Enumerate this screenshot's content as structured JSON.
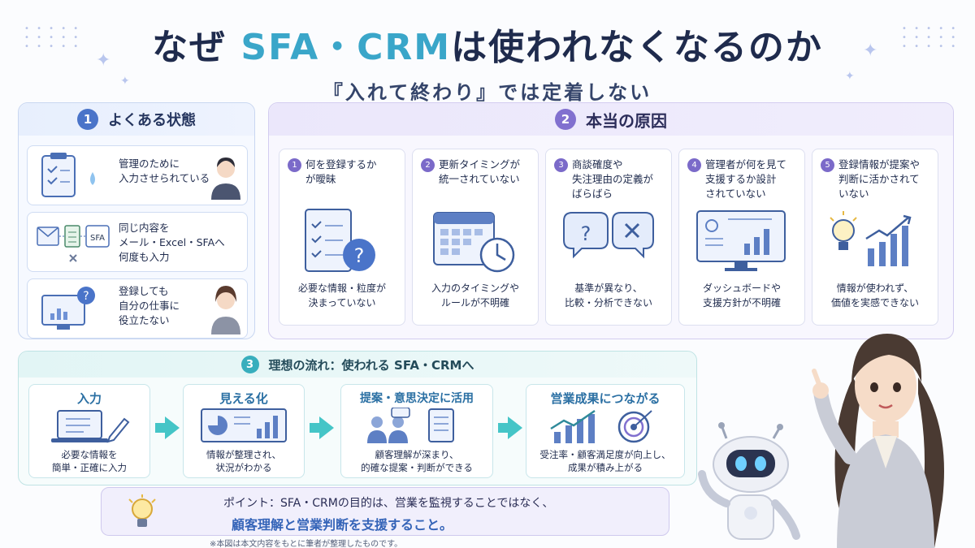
{
  "title": {
    "prefix": "なぜ",
    "highlight": "SFA・CRM",
    "suffix": "は使われなくなるのか"
  },
  "subtitle": "『入れて終わり』では定着しない",
  "panel1": {
    "number": "1",
    "heading": "よくある状態",
    "items": [
      {
        "line1": "管理のために",
        "line2": "入力させられている",
        "line3": ""
      },
      {
        "line1": "同じ内容を",
        "line2": "メール・Excel・SFAへ",
        "line3": "何度も入力",
        "badge": "SFA"
      },
      {
        "line1": "登録しても",
        "line2": "自分の仕事に",
        "line3": "役立たない"
      }
    ]
  },
  "panel2": {
    "number": "2",
    "heading": "本当の原因",
    "causes": [
      {
        "num": "1",
        "head": [
          "何を登録するか",
          "が曖昧"
        ],
        "desc": [
          "必要な情報・粒度が",
          "決まっていない"
        ]
      },
      {
        "num": "2",
        "head": [
          "更新タイミングが",
          "統一されていない"
        ],
        "desc": [
          "入力のタイミングや",
          "ルールが不明確"
        ]
      },
      {
        "num": "3",
        "head": [
          "商談確度や",
          "失注理由の定義が",
          "ばらばら"
        ],
        "desc": [
          "基準が異なり、",
          "比較・分析できない"
        ]
      },
      {
        "num": "4",
        "head": [
          "管理者が何を見て",
          "支援するか設計",
          "されていない"
        ],
        "desc": [
          "ダッシュボードや",
          "支援方針が不明確"
        ]
      },
      {
        "num": "5",
        "head": [
          "登録情報が提案や",
          "判断に活かされて",
          "いない"
        ],
        "desc": [
          "情報が使われず、",
          "価値を実感できない"
        ]
      }
    ]
  },
  "panel3": {
    "number": "3",
    "heading": "理想の流れ：使われる SFA・CRMへ",
    "steps": [
      {
        "title": "入力",
        "desc": [
          "必要な情報を",
          "簡単・正確に入力"
        ]
      },
      {
        "title": "見える化",
        "desc": [
          "情報が整理され、",
          "状況がわかる"
        ]
      },
      {
        "title": "提案・意思決定に活用",
        "desc": [
          "顧客理解が深まり、",
          "的確な提案・判断ができる"
        ]
      },
      {
        "title": "営業成果につながる",
        "desc": [
          "受注率・顧客満足度が向上し、",
          "成果が積み上がる"
        ]
      }
    ]
  },
  "point": {
    "line1": "ポイント：SFA・CRMの目的は、営業を監視することではなく、",
    "line2": "顧客理解と営業判断を支援すること。"
  },
  "footnote": "※本図は本文内容をもとに筆者が整理したものです。",
  "colors": {
    "accent_blue": "#4a74c9",
    "accent_purple": "#8170cf",
    "accent_teal": "#38aebd"
  }
}
